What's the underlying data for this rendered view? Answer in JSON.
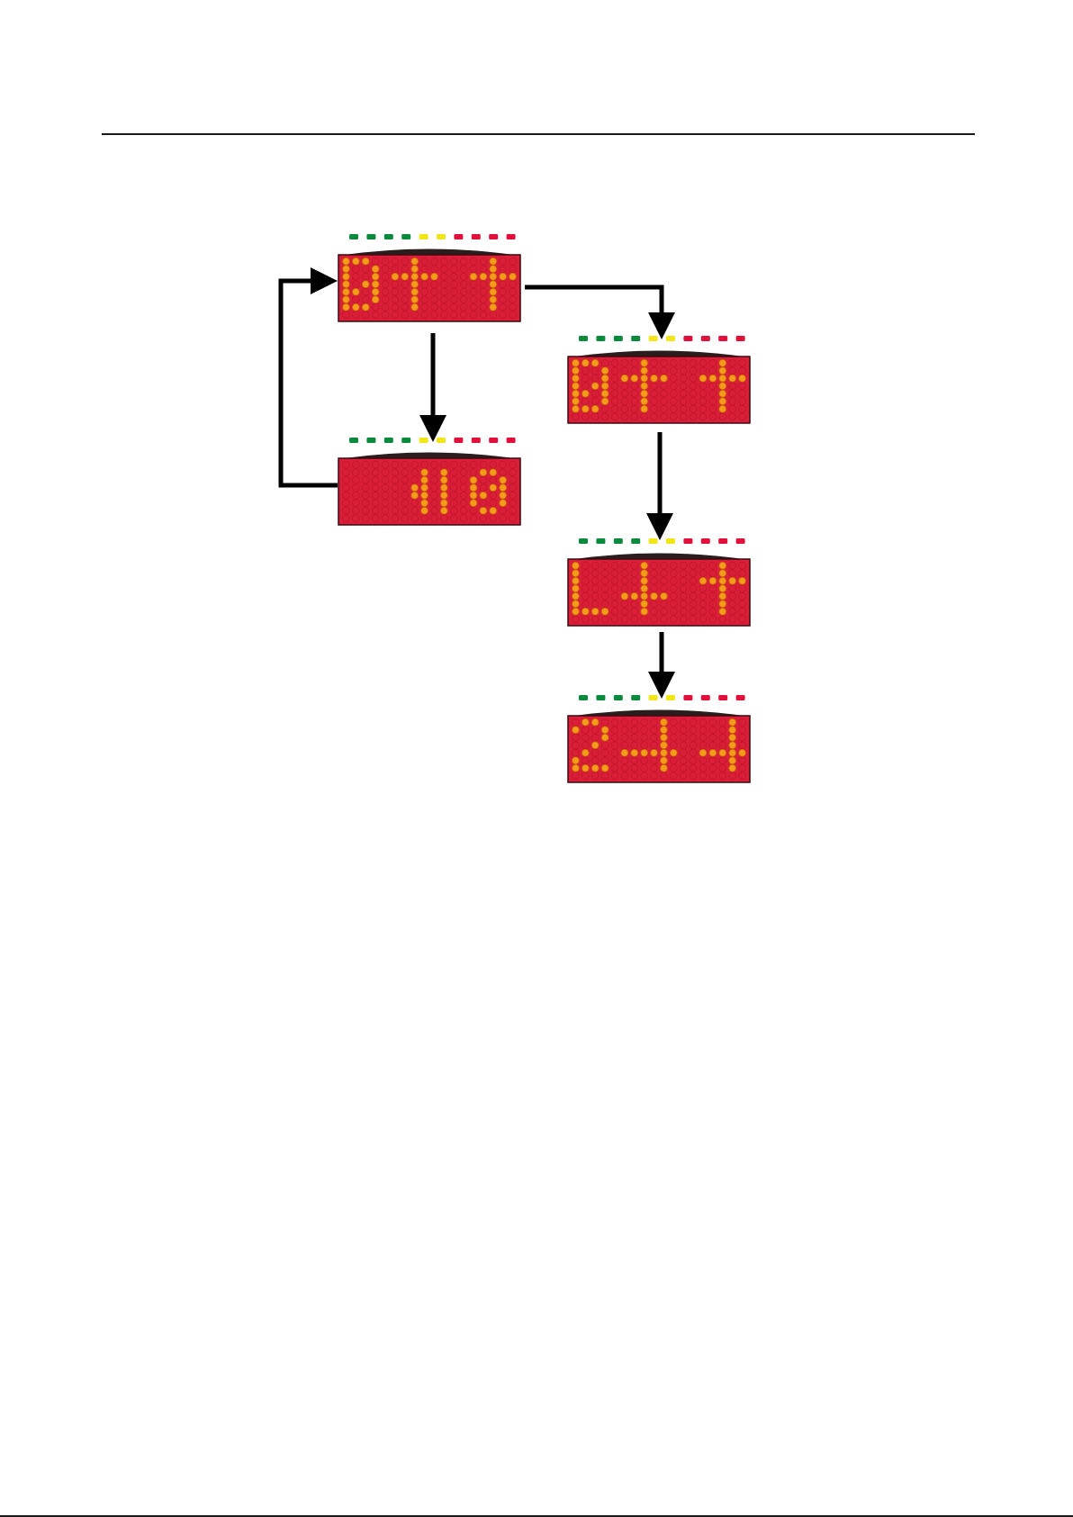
{
  "colors": {
    "background": "#ffffff",
    "rule": "#1a1a1a",
    "panel": "#d81f37",
    "cell_off": "#c3142b",
    "cell_on": "#f59b1c",
    "cap": "#2a1d1d",
    "led_green": "#0a8a3c",
    "led_yellow": "#f2e51a",
    "led_red": "#e0103a",
    "arrow": "#000000"
  },
  "led_strip": [
    "green",
    "green",
    "green",
    "green",
    "yellow",
    "yellow",
    "red",
    "red",
    "red",
    "red"
  ],
  "displays": [
    {
      "id": "display-top-left",
      "rows": [
        "111000010000000100",
        "100100010000000100",
        "100101111100011111",
        "101100010000000100",
        "110100010000000100",
        "100100010000000100",
        "111000010000000100",
        "000000000000000000"
      ]
    },
    {
      "id": "display-mid-left",
      "rows": [
        "000000000000000000",
        "000000001010001100",
        "000000001010010010",
        "000000011010010110",
        "000000011010011010",
        "000000001010010010",
        "000000001010001100",
        "000000000000000000"
      ]
    },
    {
      "id": "display-top-right",
      "rows": [
        "111000010000000100",
        "100100010000000100",
        "100101111100011111",
        "101100010000000100",
        "110100010000000100",
        "100100010000000100",
        "111000010000000100",
        "000000000000000000"
      ]
    },
    {
      "id": "display-mid-right",
      "rows": [
        "100000010000000100",
        "100000010000000100",
        "100000010000011111",
        "100000010000000100",
        "100001111100000100",
        "100000010000000100",
        "111100010000000100",
        "000000000000000000"
      ]
    },
    {
      "id": "display-bottom-right",
      "rows": [
        "011000000100000010",
        "100100000100000010",
        "000100000100000010",
        "001000000100000010",
        "010001111110011111",
        "100000000100000010",
        "111100000100000010",
        "000000000000000000"
      ]
    }
  ]
}
